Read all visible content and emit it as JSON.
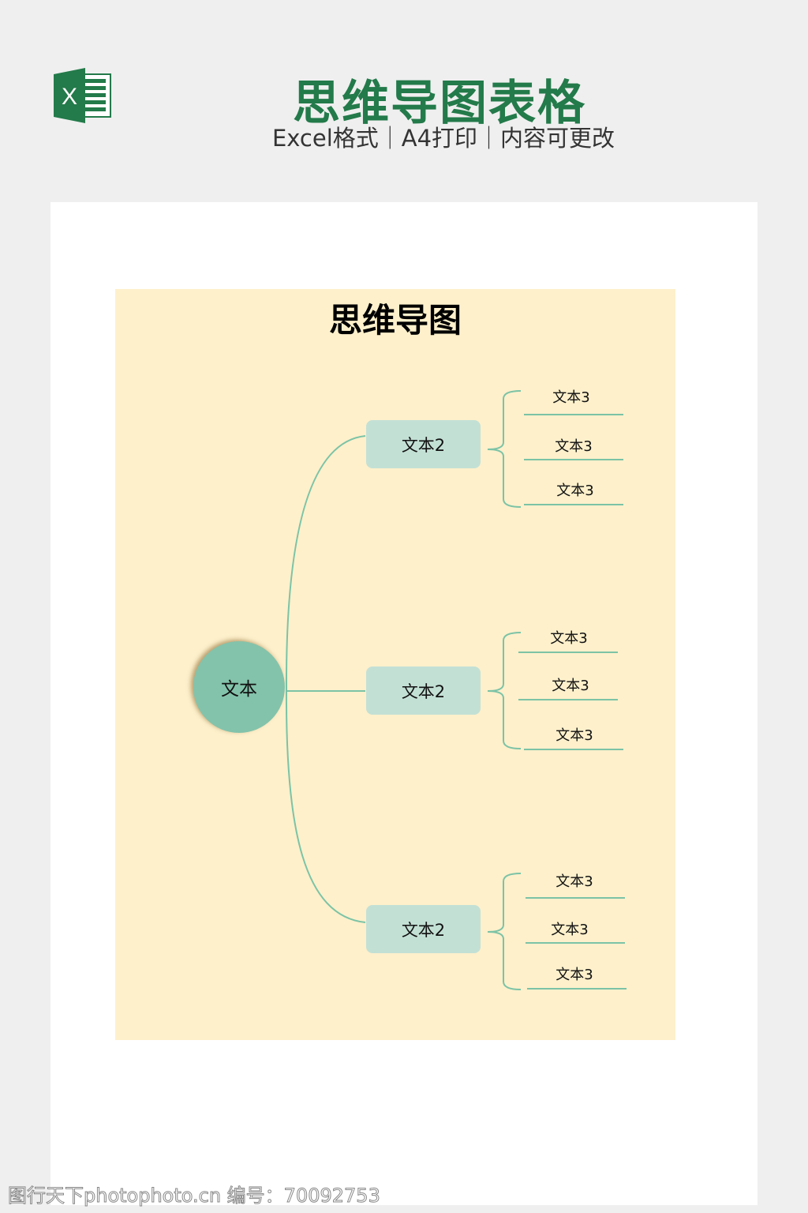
{
  "header": {
    "title": "思维导图表格",
    "subtitle": "Excel格式｜A4打印｜内容可更改",
    "logo": "excel-logo",
    "logo_letter": "X"
  },
  "colors": {
    "title": "#237a4a",
    "board": "#fdf0cb",
    "node": "#83c3ab",
    "box": "#c3e0d5",
    "line": "#7cc3a6"
  },
  "mindmap": {
    "title": "思维导图",
    "root": "文本",
    "branches": [
      {
        "label": "文本2",
        "leaves": [
          "文本3",
          "文本3",
          "文本3"
        ]
      },
      {
        "label": "文本2",
        "leaves": [
          "文本3",
          "文本3",
          "文本3"
        ]
      },
      {
        "label": "文本2",
        "leaves": [
          "文本3",
          "文本3",
          "文本3"
        ]
      }
    ]
  },
  "watermark": "图行天下photophoto.cn 编号：70092753"
}
